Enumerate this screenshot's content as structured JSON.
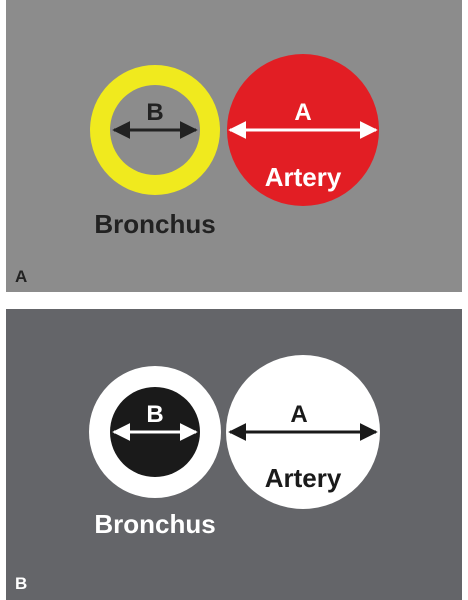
{
  "panels": [
    {
      "letter": "A",
      "background": "#8c8c8c",
      "bronchus": {
        "wall_color": "#f0ea1e",
        "lumen_color": "#8c8c8c",
        "label": "Bronchus",
        "label_color": "#222222",
        "dimension_label": "B",
        "dimension_color": "#222222"
      },
      "artery": {
        "fill_color": "#e21e24",
        "label": "Artery",
        "label_color": "#ffffff",
        "dimension_label": "A",
        "dimension_color": "#ffffff"
      },
      "letter_color": "#222222"
    },
    {
      "letter": "B",
      "background": "#646569",
      "bronchus": {
        "wall_color": "#ffffff",
        "lumen_color": "#1a1a1a",
        "label": "Bronchus",
        "label_color": "#ffffff",
        "dimension_label": "B",
        "dimension_color": "#ffffff"
      },
      "artery": {
        "fill_color": "#ffffff",
        "label": "Artery",
        "label_color": "#1a1a1a",
        "dimension_label": "A",
        "dimension_color": "#1a1a1a"
      },
      "letter_color": "#ffffff"
    }
  ]
}
